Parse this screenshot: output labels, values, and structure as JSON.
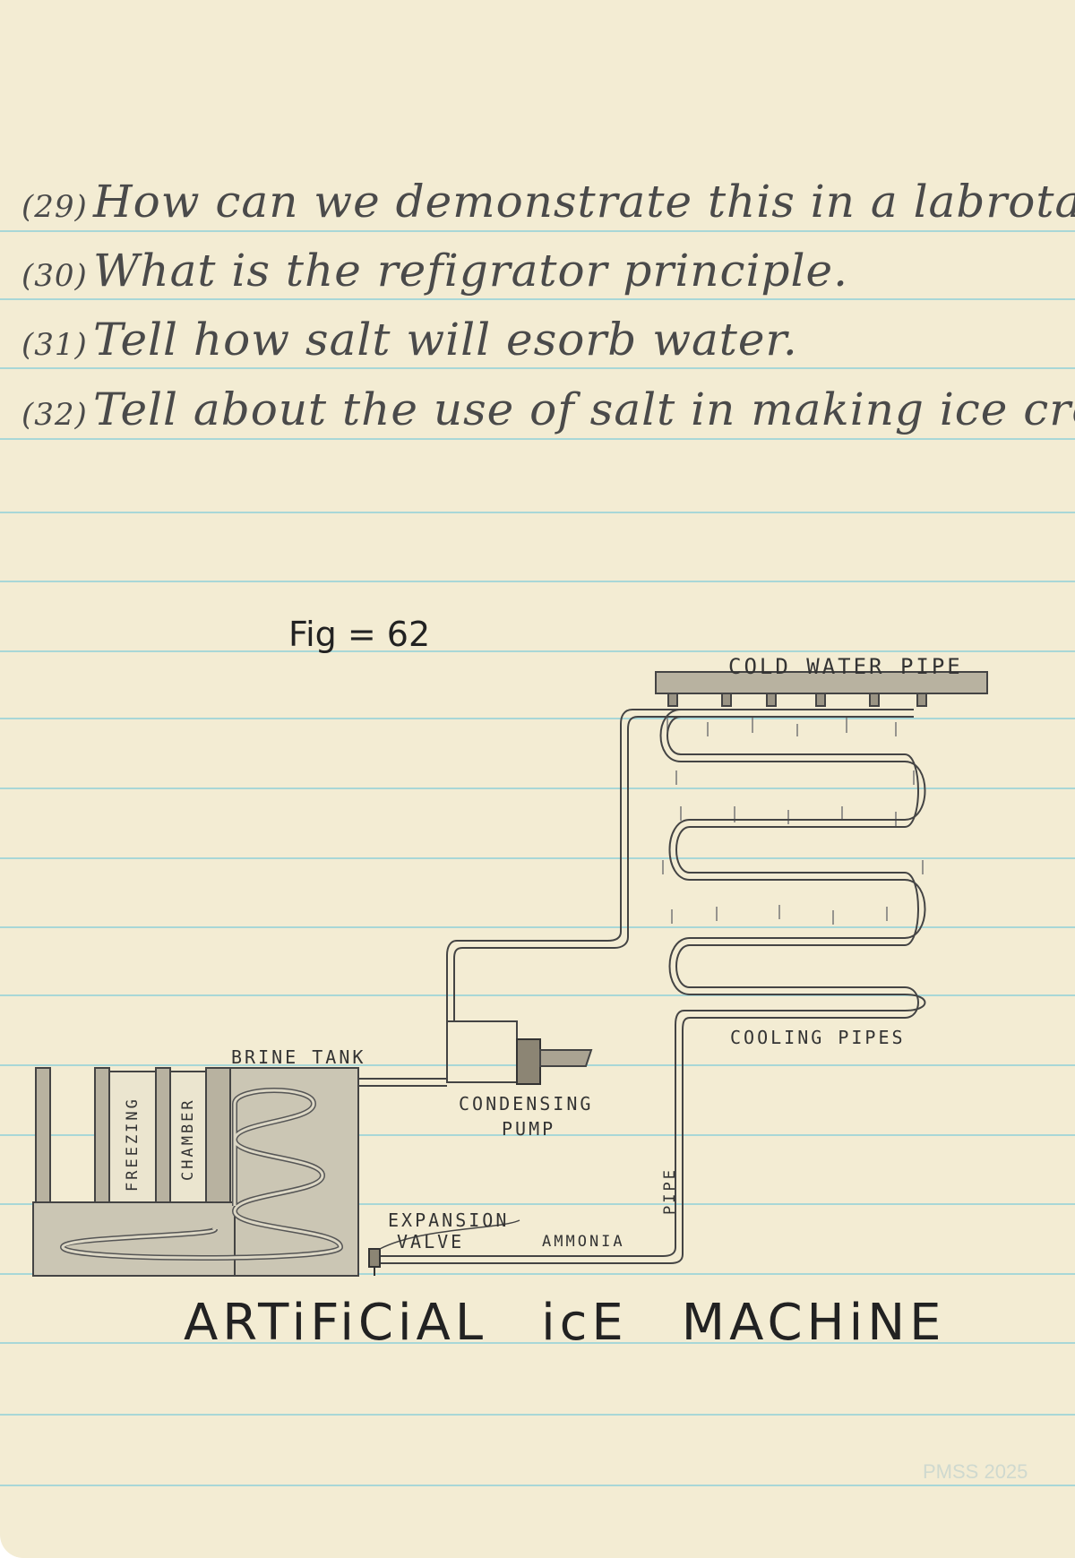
{
  "questions": [
    {
      "num": "(29)",
      "text": "How can we demonstrate this in a labrotary."
    },
    {
      "num": "(30)",
      "text": "What is the refigrator principle."
    },
    {
      "num": "(31)",
      "text": "Tell how salt will esorb water."
    },
    {
      "num": "(32)",
      "text": "Tell about the use of salt in making ice cream."
    }
  ],
  "figure_label": "Fig = 62",
  "diagram_labels": {
    "cold_water_pipe": "COLD WATER PIPE",
    "cooling_pipes": "COOLING PIPES",
    "brine_tank": "BRINE TANK",
    "condensing": "CONDENSING",
    "pump": "PUMP",
    "expansion": "EXPANSION",
    "valve": "VALVE",
    "ammonia": "AMMONIA",
    "pipe": "PIPE",
    "freezing": "FREEZING",
    "chamber": "CHAMBER"
  },
  "title": {
    "word1": "ARTiFiCiAL",
    "word2": "icE",
    "word3": "MACHiNE"
  },
  "watermark": "PMSS 2025"
}
